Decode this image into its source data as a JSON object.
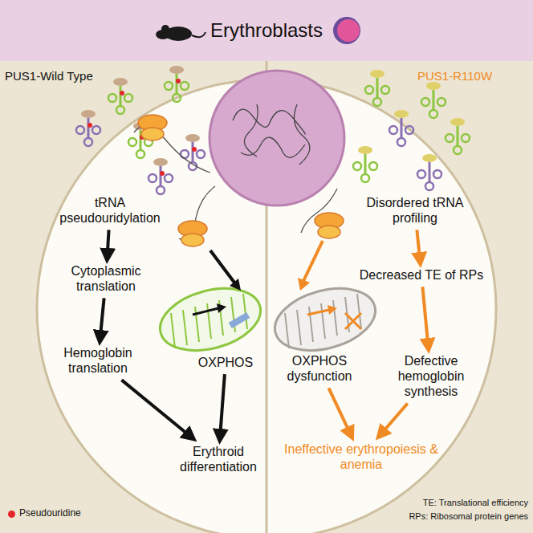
{
  "diagram": {
    "title": "Erythroblasts",
    "nodes": [
      {
        "text": [
          "tRNA pseudouridylation"
        ]
      },
      {
        "text": [
          "Cytoplasmic translation"
        ]
      },
      {
        "text": [
          "Hemoglobin translation"
        ]
      },
      {
        "text": [
          "OXPHOS"
        ]
      },
      {
        "text": [
          "Erythroid differentiation"
        ]
      },
      {
        "text": [
          "Disordered tRNA profiling"
        ]
      },
      {
        "text": [
          "Decreased TE of RPs"
        ]
      },
      {
        "text": [
          "OXPHOS dysfunction"
        ]
      },
      {
        "text": [
          "Defective hemoglobin synthesis"
        ]
      },
      {
        "text": [
          "Ineffective erythropoiesis & anemia"
        ]
      }
    ],
    "edges": [
      {
        "from": 0,
        "to": 1,
        "arrow": "to"
      },
      {
        "from": 1,
        "to": 2,
        "arrow": "to"
      },
      {
        "from": 2,
        "to": 4,
        "arrow": "to"
      },
      {
        "from": 3,
        "to": 4,
        "arrow": "to"
      },
      {
        "from": 5,
        "to": 6,
        "arrow": "to"
      },
      {
        "from": 6,
        "to": 8,
        "arrow": "to"
      },
      {
        "from": 8,
        "to": 9,
        "arrow": "to"
      },
      {
        "from": 7,
        "to": 9,
        "arrow": "to"
      }
    ],
    "labels": [
      "PUS1-Wild Type",
      "PUS1-R110W",
      "TE: Translational efficiency",
      "RPs: Ribosomal protein genes"
    ],
    "legend": [
      {
        "text": "Pseudouridine",
        "color": "#e3262b"
      }
    ]
  }
}
